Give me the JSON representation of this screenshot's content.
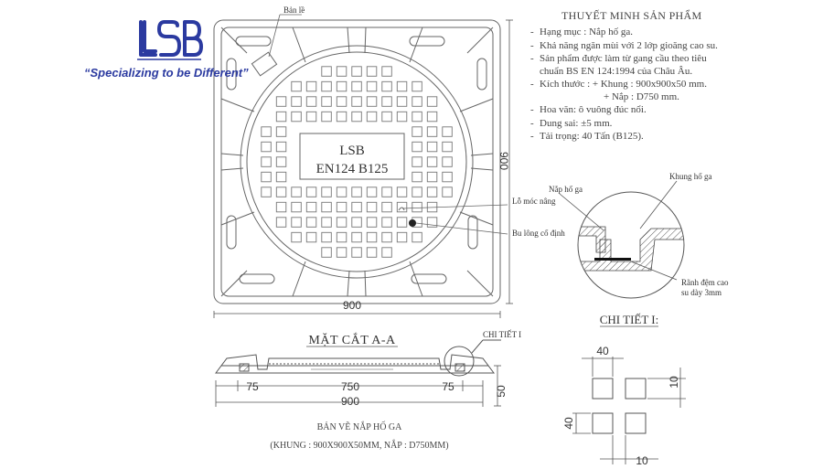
{
  "logo": {
    "text": "LSB",
    "slogan": "“Specializing to be Different”",
    "color": "#2b3aa0"
  },
  "plan_view": {
    "plate_line1": "LSB",
    "plate_line2": "EN124 B125",
    "label_hinge": "Bản lề",
    "label_lift_hole": "Lỗ móc nâng",
    "label_bolt": "Bu lông cố định",
    "dim_width": "900",
    "dim_height": "900"
  },
  "specs": {
    "title": "THUYẾT MINH SẢN PHẨM",
    "items": [
      {
        "text": "Hạng mục : Nắp hố ga."
      },
      {
        "text": "Khả năng ngăn mùi với 2 lớp gioăng cao su."
      },
      {
        "text": "Sản phẩm được làm từ gang cầu theo tiêu",
        "line2": "chuẩn BS EN 124:1994 của Châu Âu."
      },
      {
        "text": "Kích thước :   + Khung : 900x900x50 mm.",
        "line2": "+ Nắp : D750 mm."
      },
      {
        "text": "Hoa văn: ô vuông đúc nổi."
      },
      {
        "text": "Dung sai: ±5 mm."
      },
      {
        "text": "Tải trọng:  40 Tấn (B125)."
      }
    ]
  },
  "detail_circle": {
    "label_cover": "Nắp hố ga",
    "label_frame": "Khung hố ga",
    "label_groove_1": "Rãnh đệm cao",
    "label_groove_2": "su dày 3mm"
  },
  "section": {
    "title": "MẶT CẮT A-A",
    "detail_ref": "CHI TIẾT I",
    "dim_left": "75",
    "dim_mid": "750",
    "dim_right": "75",
    "dim_total": "900",
    "dim_height": "50",
    "caption_line1": "BẢN VẼ NẮP HỐ GA",
    "caption_line2": "(KHUNG : 900X900X50MM, NẮP : D750MM)"
  },
  "detail_I": {
    "title": "CHI TIẾT I:",
    "dim_top": "40",
    "dim_right": "10",
    "dim_left": "40",
    "dim_bottom": "10"
  }
}
